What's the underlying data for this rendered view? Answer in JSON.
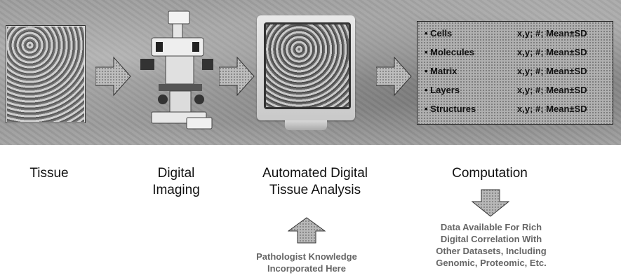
{
  "stages": [
    {
      "label": "Tissue"
    },
    {
      "label": "Digital\nImaging"
    },
    {
      "label": "Automated Digital\nTissue Analysis"
    },
    {
      "label": "Computation"
    }
  ],
  "data_panel": {
    "rows": [
      {
        "name": "• Cells",
        "stat": "x,y; #; Mean±SD"
      },
      {
        "name": "• Molecules",
        "stat": "x,y; #; Mean±SD"
      },
      {
        "name": "• Matrix",
        "stat": "x,y; #; Mean±SD"
      },
      {
        "name": "• Layers",
        "stat": "x,y; #; Mean±SD"
      },
      {
        "name": "• Structures",
        "stat": "x,y; #; Mean±SD"
      }
    ]
  },
  "notes": {
    "pathologist": "Pathologist Knowledge\nIncorporated Here",
    "data_available": "Data Available For Rich\nDigital Correlation With\nOther Datasets, Including\nGenomic, Proteomic, Etc."
  },
  "colors": {
    "arrow_fill": "#9a9a9a",
    "arrow_stroke": "#555555",
    "note_text": "#666666"
  }
}
